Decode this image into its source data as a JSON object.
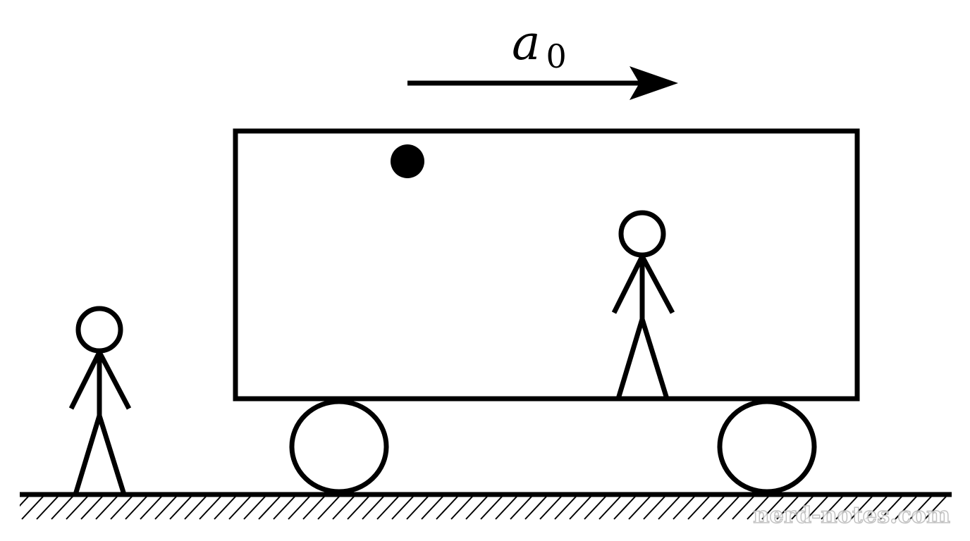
{
  "diagram": {
    "acceleration_label": {
      "symbol": "a",
      "subscript": "0"
    },
    "watermark": "nerd-notes.com",
    "colors": {
      "ink": "#000000",
      "background": "#ffffff",
      "watermark": "#b8b8b8"
    }
  }
}
